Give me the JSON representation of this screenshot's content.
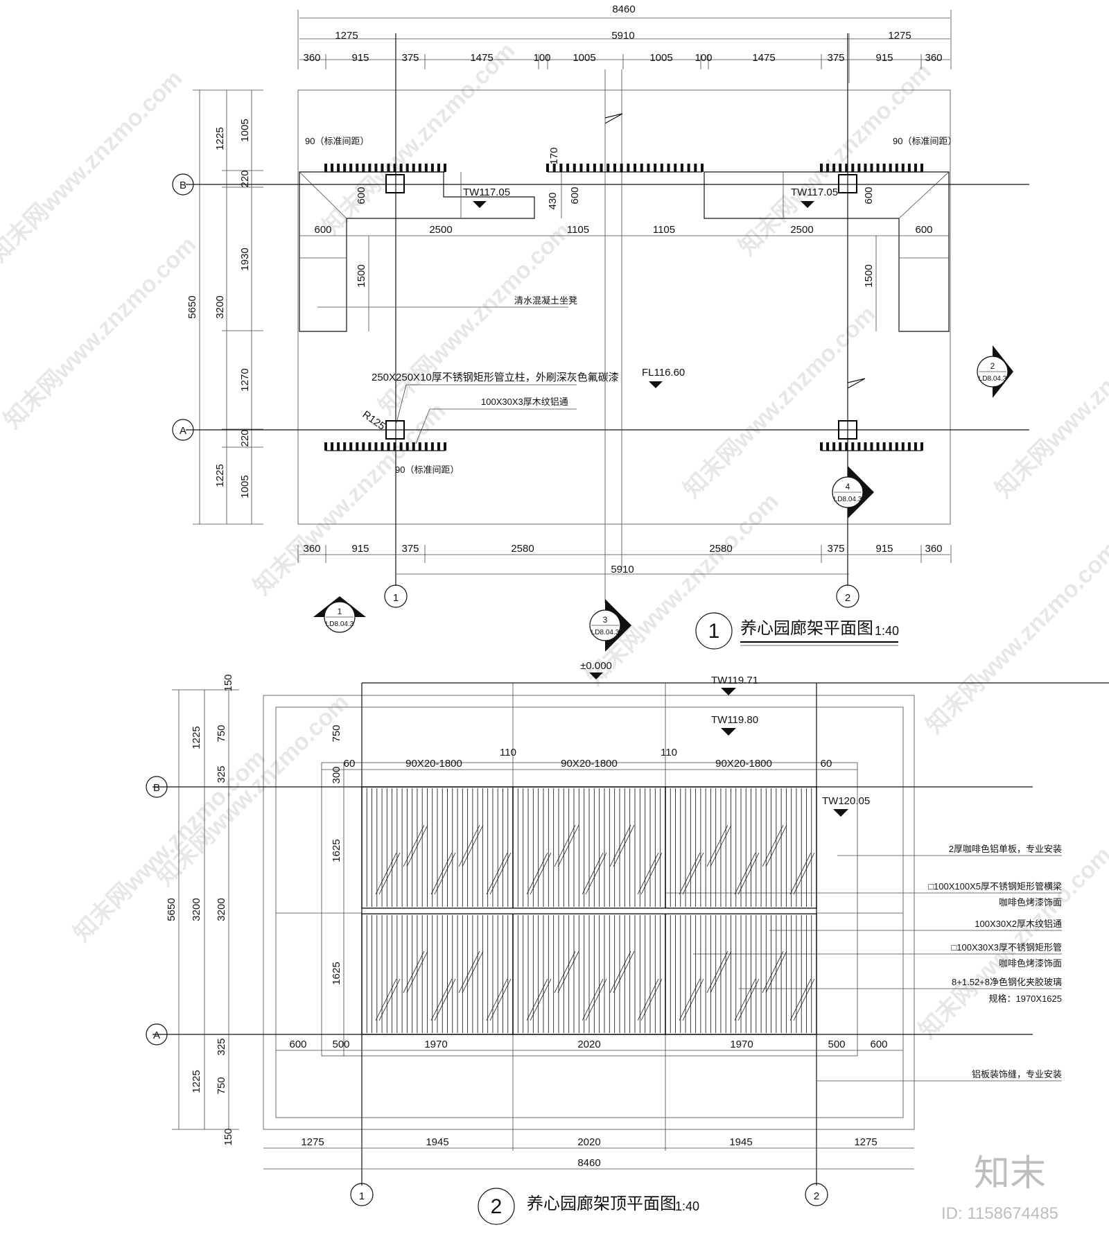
{
  "plan": {
    "top_total": "8460",
    "top_mid": [
      "1275",
      "5910",
      "1275"
    ],
    "top_detail": [
      "360",
      "915",
      "375",
      "1475",
      "100",
      "1005",
      "1005",
      "100",
      "1475",
      "375",
      "915",
      "360"
    ],
    "bottom_detail": [
      "360",
      "915",
      "375",
      "2580",
      "2580",
      "375",
      "915",
      "360"
    ],
    "bottom_mid": "5910",
    "left_outer": "5650",
    "left_mid": [
      "1225",
      "3200",
      "1225"
    ],
    "left_inner": [
      "1005",
      "220",
      "1930",
      "1270",
      "220",
      "1005"
    ],
    "spacing_label": "90（标准间距）",
    "tw_left": "TW117.05",
    "tw_right": "TW117.05",
    "fl": "FL116.60",
    "dims_600": "600",
    "dims_2500": "2500",
    "dims_1105": "1105",
    "dims_1500": "1500",
    "dims_430": "430",
    "dims_170": "170",
    "r125": "R125",
    "note_bench": "清水混凝土坐凳",
    "note_column": "250X250X10厚不锈钢矩形管立柱，外刷深灰色氟碳漆",
    "note_bar": "100X30X3厚木纹铝通",
    "axis_b": "B",
    "axis_a": "A",
    "axis_1": "1",
    "axis_2": "2",
    "sections": [
      {
        "num": "1",
        "ref": "LD8.04.3"
      },
      {
        "num": "2",
        "ref": "LD8.04.3"
      },
      {
        "num": "3",
        "ref": "LD8.04.3"
      },
      {
        "num": "4",
        "ref": "LD8.04.3"
      }
    ],
    "title": "养心园廊架平面图",
    "title_num": "1",
    "scale": "1:40"
  },
  "roof": {
    "elevation": "±0.000",
    "tw1": "TW119.71",
    "tw2": "TW119.80",
    "tw3": "TW120.05",
    "top_labels": [
      "60",
      "90X20-1800",
      "110",
      "90X20-1800",
      "110",
      "90X20-1800",
      "60"
    ],
    "left_outer": "5650",
    "left_mid": [
      "1225",
      "3200",
      "1225"
    ],
    "left_inner": [
      "150",
      "750",
      "325",
      "3200",
      "325",
      "750",
      "150"
    ],
    "glass_dims": [
      "300",
      "1625",
      "1625",
      "500"
    ],
    "bottom_row1": [
      "600",
      "500",
      "1970",
      "2020",
      "1970",
      "500",
      "600"
    ],
    "bottom_row2": [
      "1275",
      "1945",
      "2020",
      "1945",
      "1275"
    ],
    "bottom_total": "8460",
    "notes": [
      "2厚咖啡色铝单板，专业安装",
      "□100X100X5厚不锈钢矩形管横梁",
      "咖啡色烤漆饰面",
      "100X30X2厚木纹铝通",
      "□100X30X3厚不锈钢矩形管",
      "咖啡色烤漆饰面",
      "8+1.52+8净色钢化夹胶玻璃",
      "规格：1970X1625",
      "铝板装饰缝，专业安装"
    ],
    "axis_b": "B",
    "axis_a": "A",
    "axis_1": "1",
    "axis_2": "2",
    "title": "养心园廊架顶平面图",
    "title_num": "2",
    "scale": "1:40"
  },
  "watermark": "知末网www.znzmo.com",
  "logo": "知末",
  "id_label": "ID: 1158674485"
}
